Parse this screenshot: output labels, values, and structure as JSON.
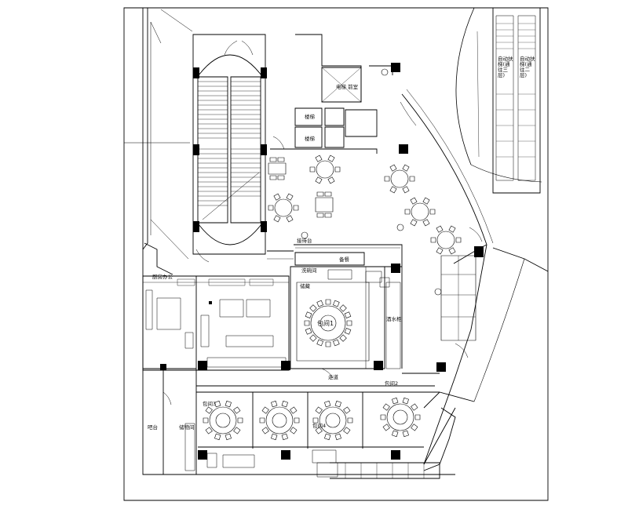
{
  "title": "",
  "colors": {
    "line": "#000000",
    "background": "#ffffff",
    "fill": "#000000"
  },
  "labels": {
    "elevator_room": "电梯\n前室",
    "stair_1": "楼梯",
    "stair_2": "楼梯",
    "dish_room": "洗碗间",
    "pantry": "备餐",
    "private_room_1": "包间1",
    "private_room_2": "包间2",
    "private_room_3": "包间3",
    "private_room_4": "包间4",
    "corridor": "走道",
    "bar": "吧台",
    "side_room": "储物间",
    "kitchen_office": "厨房办公",
    "storage": "储藏",
    "wine_cabinet": "酒水柜",
    "escalator_up": "自动扶梯(通往三层)",
    "escalator_down": "自动扶梯(通往二层)",
    "reception": "接待台"
  },
  "icons": [
    "fire-hydrant-icon",
    "plant-icon",
    "column-icon",
    "door-swing-icon",
    "round-table-icon",
    "square-table-icon"
  ]
}
